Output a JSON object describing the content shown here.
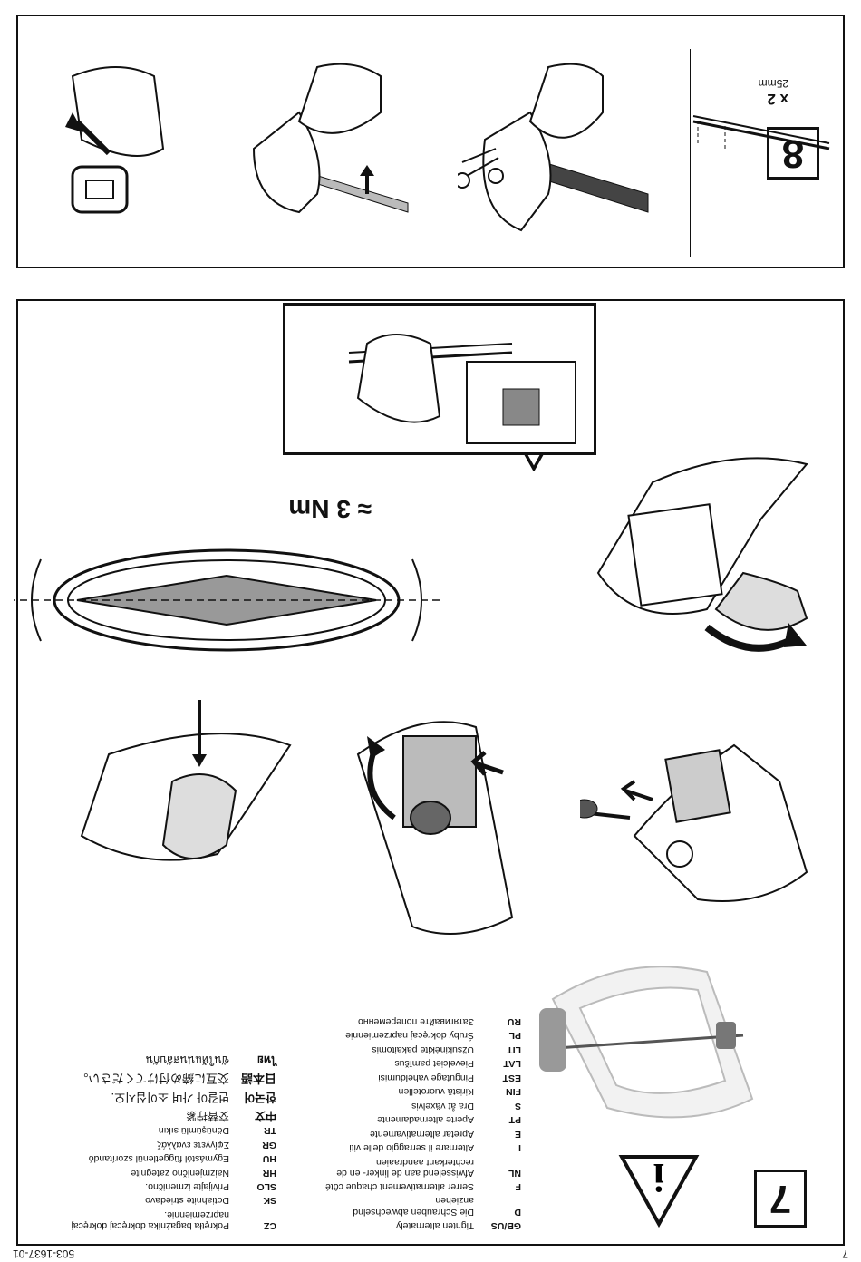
{
  "header": {
    "page_number": "7",
    "doc_number": "503-1637-01"
  },
  "step7": {
    "number": "7",
    "torque": "≈ 3 Nm",
    "lang_left": [
      {
        "code": "GB/US",
        "text": "Tighten alternately"
      },
      {
        "code": "D",
        "text": "Die Schrauben abwechselnd anziehen"
      },
      {
        "code": "F",
        "text": "Serrer alternativement chaque côté"
      },
      {
        "code": "NL",
        "text": "Afwisselend aan de linker- en de rechterkant aandraaien"
      },
      {
        "code": "I",
        "text": "Alternare il serraggio delle viti"
      },
      {
        "code": "E",
        "text": "Apretar alternativamente"
      },
      {
        "code": "PT",
        "text": "Aperte alternadamente"
      },
      {
        "code": "S",
        "text": "Dra åt växelvis"
      },
      {
        "code": "FIN",
        "text": "Kiristä vuorotellen"
      },
      {
        "code": "EST",
        "text": "Pingutage vaheldumisi"
      },
      {
        "code": "LAT",
        "text": "Pievelciet pamīšus"
      },
      {
        "code": "LIT",
        "text": "Užsukinėkite pakaitomis"
      },
      {
        "code": "PL",
        "text": "Śruby dokręcaj naprzemiennie"
      },
      {
        "code": "RU",
        "text": "Затягивайте попеременно"
      }
    ],
    "lang_right": [
      {
        "code": "CZ",
        "text": "Pokrętła bagażnika dokręcaj dokręcaj naprzemiennie."
      },
      {
        "code": "SK",
        "text": "Dotiahnite striedavo"
      },
      {
        "code": "SLO",
        "text": "Privijajte izmenično."
      },
      {
        "code": "HR",
        "text": "Naizmjenično zategnite"
      },
      {
        "code": "HU",
        "text": "Egymástól függetlenül szorítandó"
      },
      {
        "code": "GR",
        "text": "Σφίγγετε εναλλάξ"
      },
      {
        "code": "TR",
        "text": "Dönüşümlü sıkın"
      },
      {
        "code": "中文",
        "text": "交替拧紧"
      },
      {
        "code": "한국어",
        "text": "번갈아 가며 조이십시오."
      },
      {
        "code": "日本語",
        "text": "交互に締め付けてください。"
      },
      {
        "code": "ไทย",
        "text": "ขันให้แน่นสลับกัน"
      }
    ]
  },
  "step8": {
    "number": "8",
    "quantity": "x 2",
    "length": "25mm"
  }
}
